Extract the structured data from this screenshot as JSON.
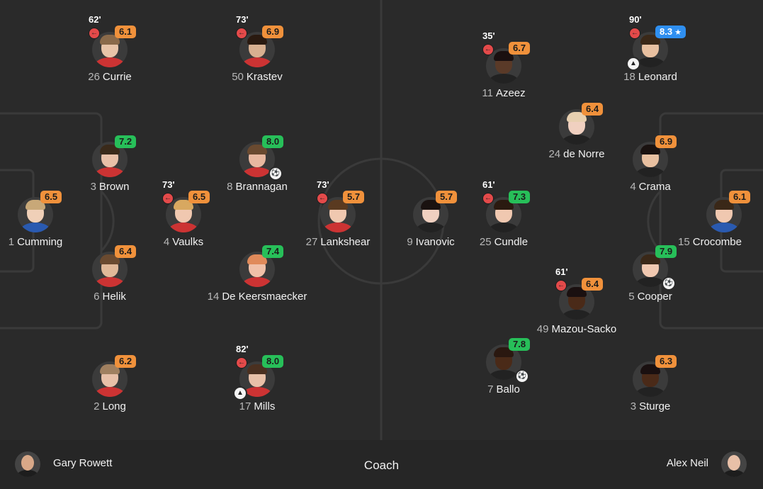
{
  "coach_title": "Coach",
  "coaches": {
    "home": "Gary Rowett",
    "away": "Alex Neil"
  },
  "players": [
    {
      "num": "26",
      "name": "Currie",
      "rating": "6.1",
      "rc": "orange",
      "sub": "62'"
    },
    {
      "num": "50",
      "name": "Krastev",
      "rating": "6.9",
      "rc": "orange",
      "sub": "73'"
    },
    {
      "num": "3",
      "name": "Brown",
      "rating": "7.2",
      "rc": "green"
    },
    {
      "num": "8",
      "name": "Brannagan",
      "rating": "8.0",
      "rc": "green",
      "badge": "goal"
    },
    {
      "num": "1",
      "name": "Cumming",
      "rating": "6.5",
      "rc": "orange"
    },
    {
      "num": "4",
      "name": "Vaulks",
      "rating": "6.5",
      "rc": "orange",
      "sub": "73'"
    },
    {
      "num": "27",
      "name": "Lankshear",
      "rating": "5.7",
      "rc": "orange",
      "sub": "73'"
    },
    {
      "num": "6",
      "name": "Helik",
      "rating": "6.4",
      "rc": "orange"
    },
    {
      "num": "14",
      "name": "De Keersmaecker",
      "rating": "7.4",
      "rc": "green"
    },
    {
      "num": "2",
      "name": "Long",
      "rating": "6.2",
      "rc": "orange"
    },
    {
      "num": "17",
      "name": "Mills",
      "rating": "8.0",
      "rc": "green",
      "sub": "82'",
      "badge": "assist"
    },
    {
      "num": "11",
      "name": "Azeez",
      "rating": "6.7",
      "rc": "orange",
      "sub": "35'"
    },
    {
      "num": "18",
      "name": "Leonard",
      "rating": "8.3",
      "rc": "blue",
      "star": "★",
      "sub": "90'",
      "badge": "assist"
    },
    {
      "num": "24",
      "name": "de Norre",
      "rating": "6.4",
      "rc": "orange"
    },
    {
      "num": "4",
      "name": "Crama",
      "rating": "6.9",
      "rc": "orange"
    },
    {
      "num": "9",
      "name": "Ivanovic",
      "rating": "5.7",
      "rc": "orange"
    },
    {
      "num": "25",
      "name": "Cundle",
      "rating": "7.3",
      "rc": "green",
      "sub": "61'"
    },
    {
      "num": "15",
      "name": "Crocombe",
      "rating": "6.1",
      "rc": "orange"
    },
    {
      "num": "49",
      "name": "Mazou-Sacko",
      "rating": "6.4",
      "rc": "orange",
      "sub": "61'"
    },
    {
      "num": "5",
      "name": "Cooper",
      "rating": "7.9",
      "rc": "green",
      "badge": "goal"
    },
    {
      "num": "7",
      "name": "Ballo",
      "rating": "7.8",
      "rc": "green",
      "badge": "goal"
    },
    {
      "num": "3",
      "name": "Sturge",
      "rating": "6.3",
      "rc": "orange"
    }
  ],
  "colors": {
    "pitch": "#2a2a2a",
    "lines": "#3a3a3a",
    "orange": "#f0913b",
    "green": "#27bf59",
    "blue": "#2f8ff0",
    "sub_red": "#e34a4a"
  },
  "icons": {
    "sub": "substitution-icon",
    "goal": "ball-icon",
    "assist": "boot-icon",
    "star": "star-icon"
  }
}
